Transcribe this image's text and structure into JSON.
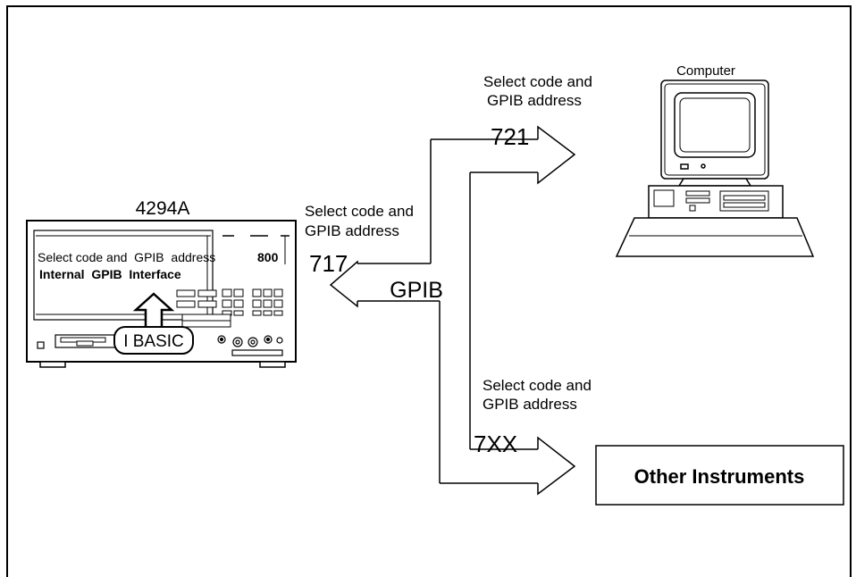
{
  "instrument": {
    "model": "4294A",
    "select_line": "Select code and  GPIB  address",
    "internal_address": "800",
    "internal_interface": "Internal  GPIB  Interface",
    "ibasic": "I BASIC"
  },
  "instrument_link": {
    "caption_line1": "Select code and",
    "caption_line2": "GPIB address",
    "address": "717"
  },
  "bus": {
    "label": "GPIB"
  },
  "computer": {
    "label": "Computer",
    "caption_line1": "Select code and",
    "caption_line2": "GPIB address",
    "address": "721"
  },
  "other": {
    "caption_line1": "Select code and",
    "caption_line2": "GPIB address",
    "address": "7XX",
    "box_label": "Other Instruments"
  }
}
